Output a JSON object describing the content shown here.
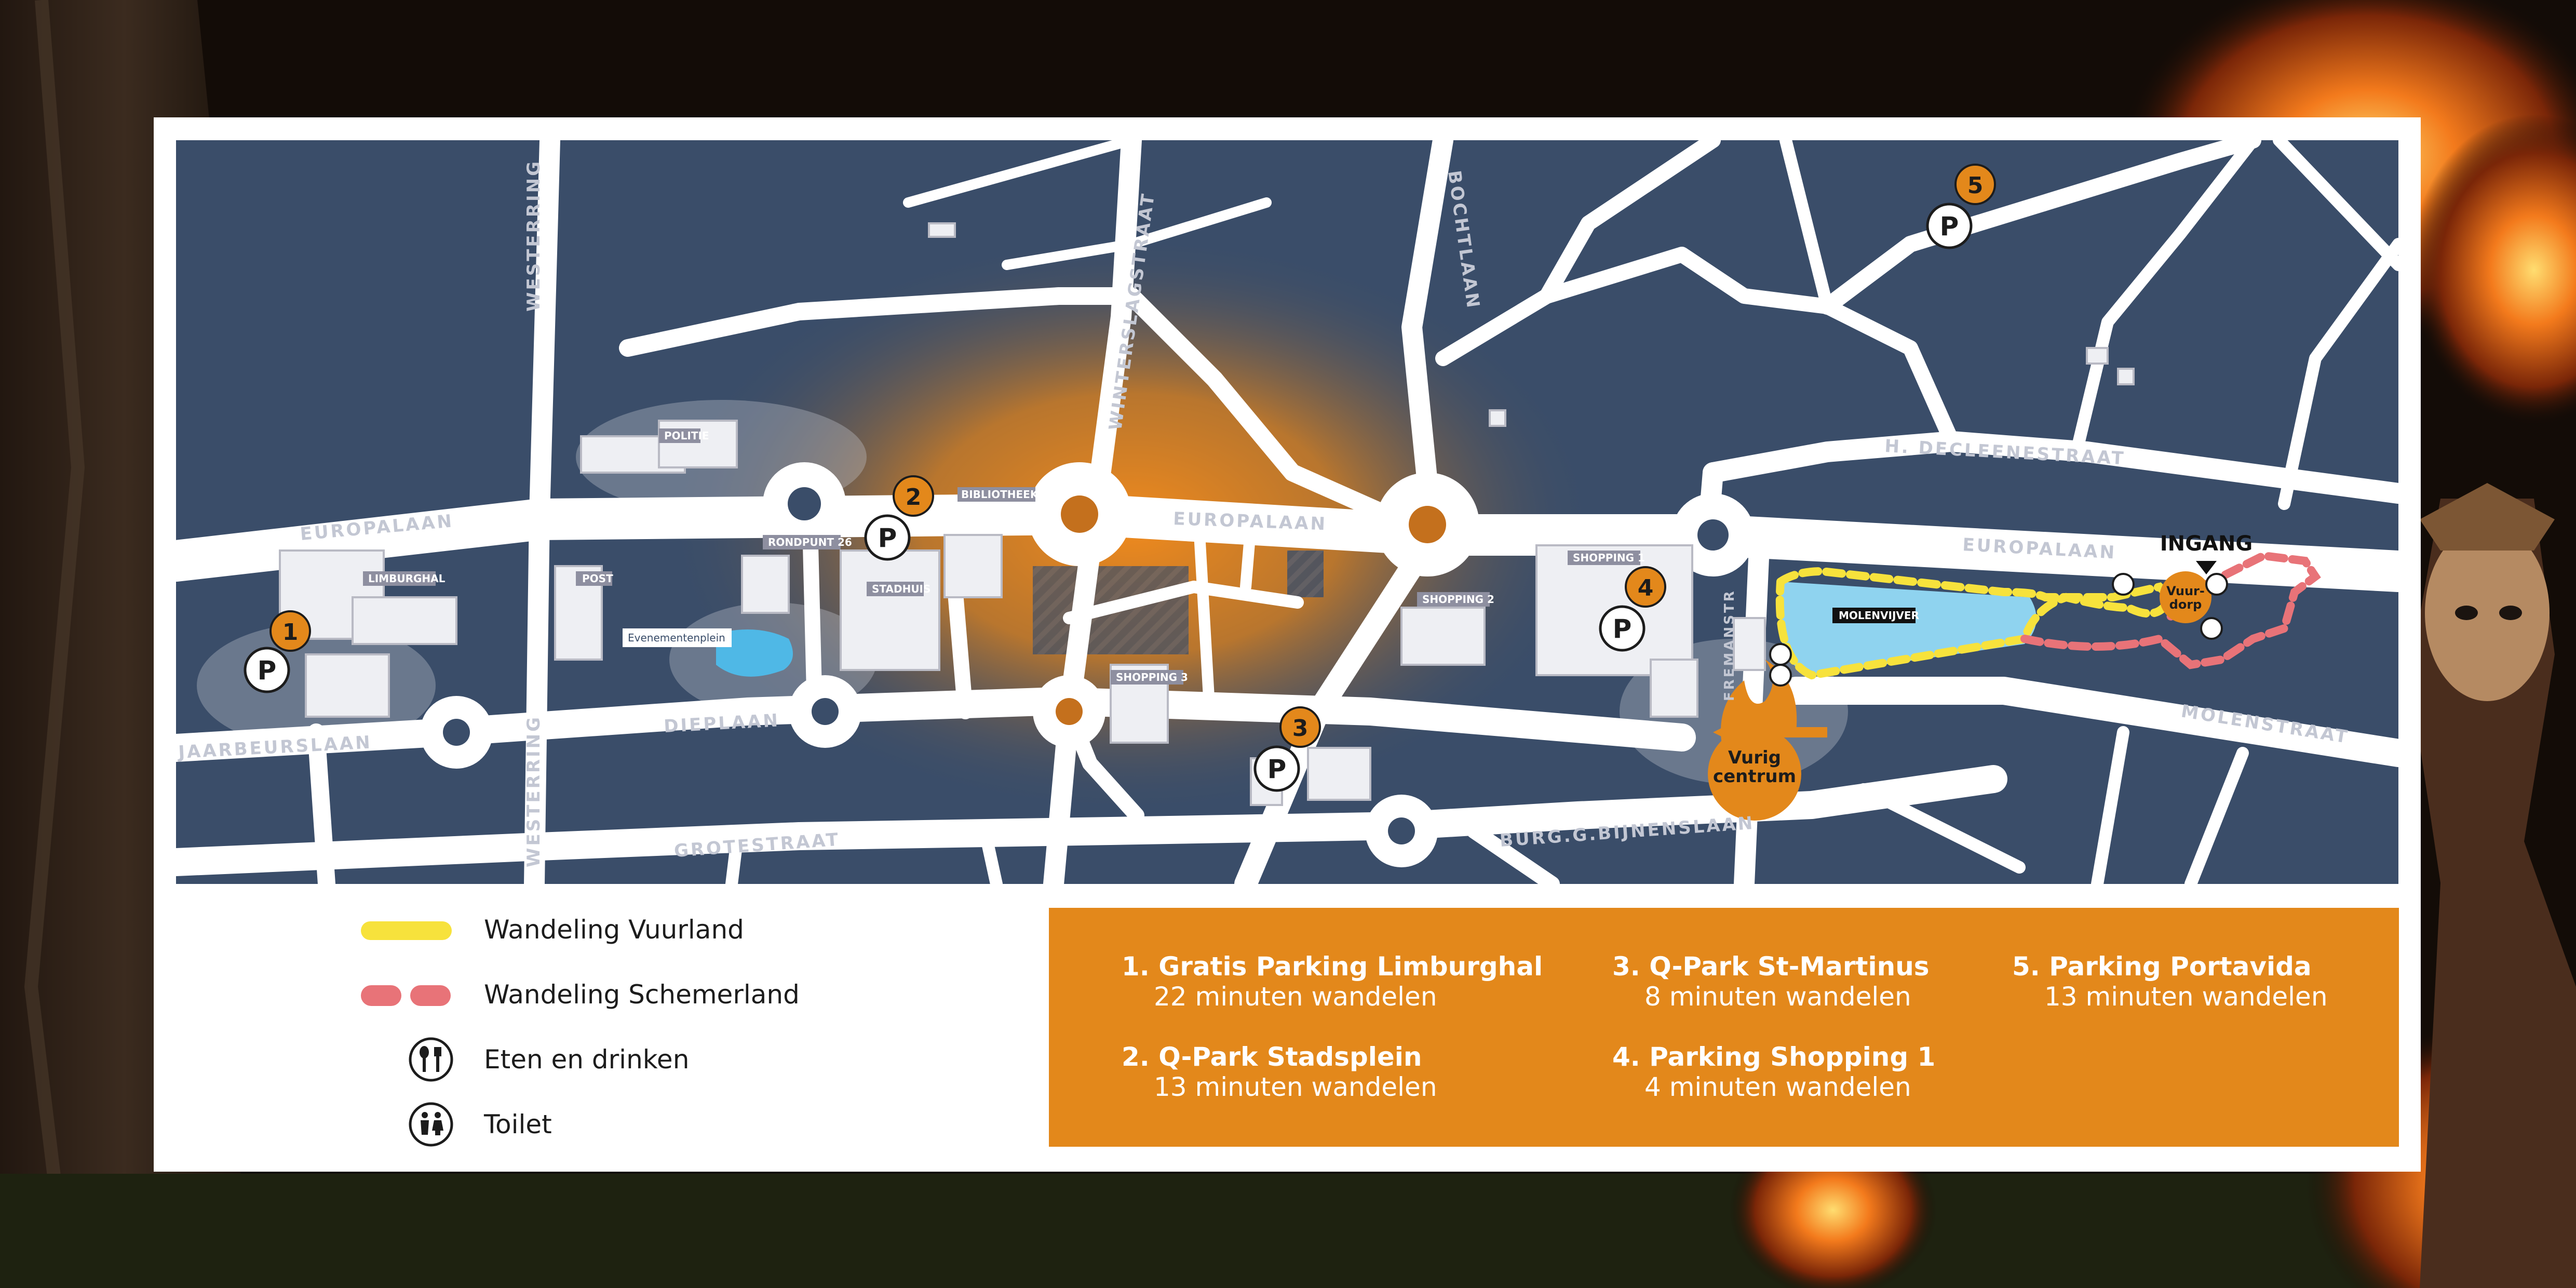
{
  "map": {
    "streets": {
      "europalaan": "EUROPALAAN",
      "westerring": "WESTERRING",
      "winterslagstraat": "WINTERSLAGSTRAAT",
      "bochtlaan": "BOCHTLAAN",
      "h_decleenestraat": "H. DECLEENESTRAAT",
      "molenstraat": "MOLENSTRAAT",
      "jaarbeurslaan": "JAARBEURSLAAN",
      "dieplaan": "DIEPLAAN",
      "grotestraat": "GROTESTRAAT",
      "burg_bijnens": "BURG.G.BIJNENSLAAN",
      "fremanstr": "FREMANSTR"
    },
    "places": {
      "politie": "POLITIE",
      "limburghal": "LIMBURGHAL",
      "post": "POST",
      "rondpunt": "RONDPUNT 26",
      "bibliotheek": "BIBLIOTHEEK",
      "stadhuis": "STADHUIS",
      "evenementenplein": "Evenementenplein",
      "shopping1": "SHOPPING 1",
      "shopping2": "SHOPPING 2",
      "shopping3": "SHOPPING 3",
      "molenvijver": "MOLENVIJVER"
    },
    "ingang": "INGANG",
    "vuurdorp": [
      "Vuur-",
      "dorp"
    ],
    "vurig_centrum": [
      "Vurig",
      "centrum"
    ],
    "parking_symbol": "P",
    "parking_markers": [
      "1",
      "2",
      "3",
      "4",
      "5"
    ]
  },
  "legend": [
    {
      "label": "Wandeling Vuurland",
      "icon": "yellow-dash-line"
    },
    {
      "label": "Wandeling Schemerland",
      "icon": "red-dash-line"
    },
    {
      "label": "Eten en drinken",
      "icon": "fork-knife-icon"
    },
    {
      "label": "Toilet",
      "icon": "toilet-icon"
    }
  ],
  "parkings": [
    {
      "title": "1.  Gratis Parking Limburghal",
      "walk": "22 minuten wandelen"
    },
    {
      "title": "2. Q-Park Stadsplein",
      "walk": "13 minuten wandelen"
    },
    {
      "title": "3. Q-Park St-Martinus",
      "walk": "8 minuten wandelen"
    },
    {
      "title": "4. Parking Shopping 1",
      "walk": "4 minuten wandelen"
    },
    {
      "title": "5. Parking Portavida",
      "walk": "13 minuten wandelen"
    }
  ],
  "colors": {
    "map_block": "#3a4d69",
    "road": "#ffffff",
    "accent_orange": "#e3881b",
    "route_yellow": "#f7e23c",
    "route_red": "#e87378",
    "water": "#8fd3ef"
  }
}
